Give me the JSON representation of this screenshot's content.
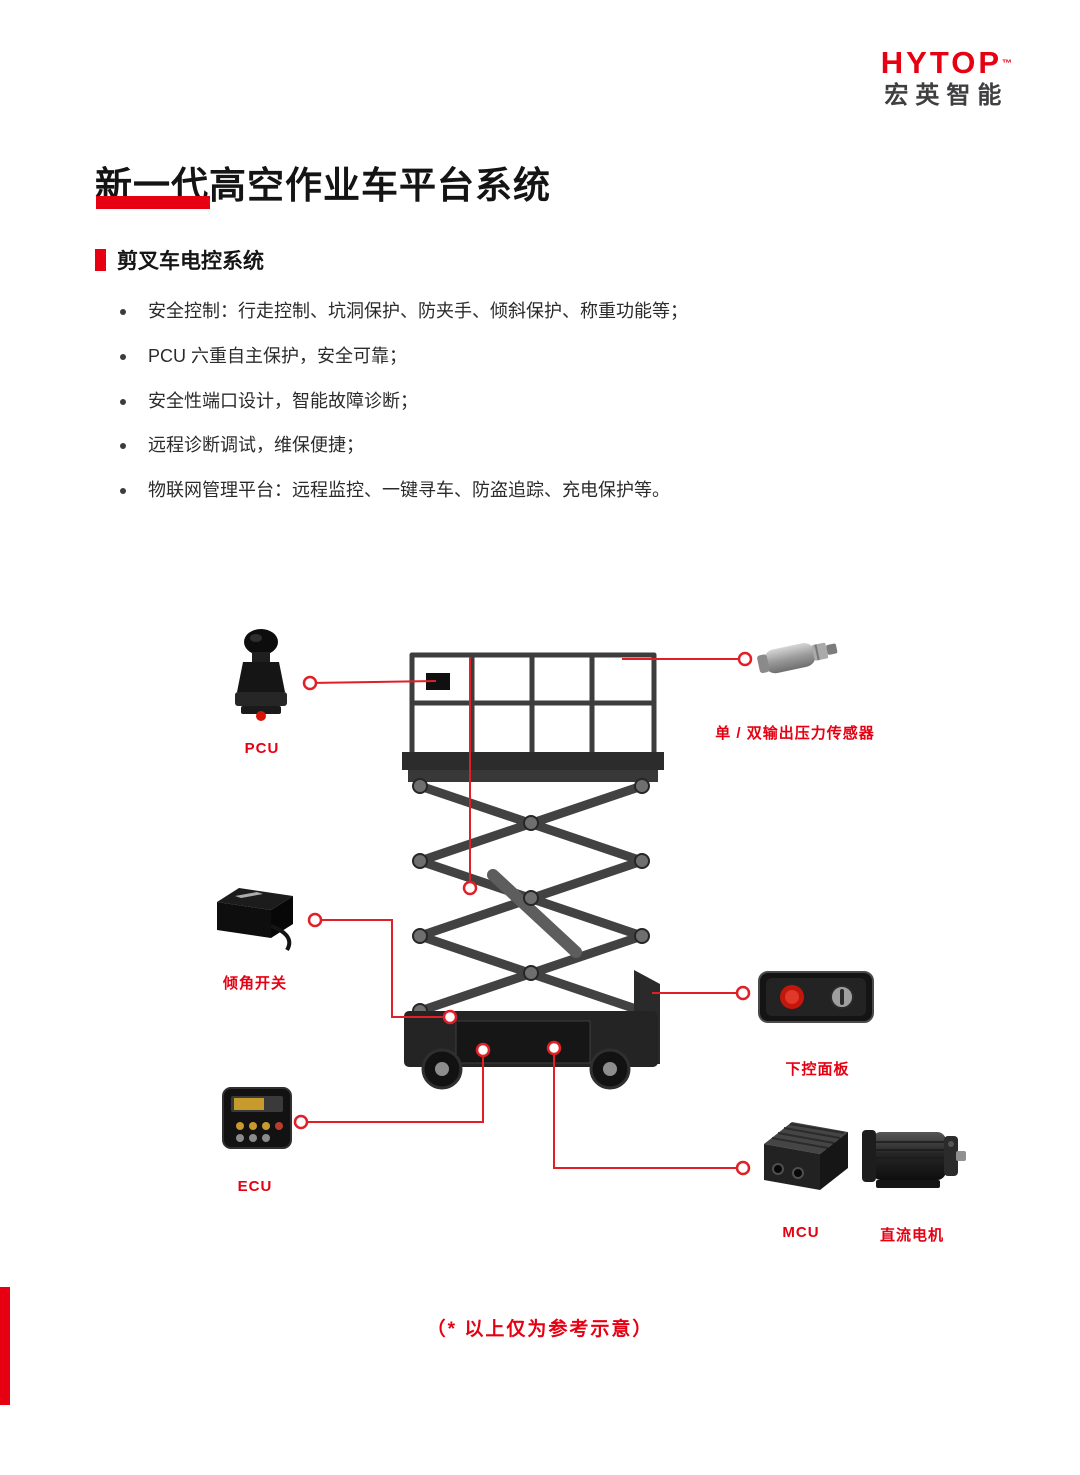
{
  "brand": {
    "logo": "HYTOP",
    "tm": "™",
    "company": "宏英智能"
  },
  "page": {
    "title": "新一代高空作业车平台系统",
    "section_title": "剪叉车电控系统",
    "bullets": [
      "安全控制：行走控制、坑洞保护、防夹手、倾斜保护、称重功能等；",
      "PCU 六重自主保护，安全可靠；",
      "安全性端口设计，智能故障诊断；",
      "远程诊断调试，维保便捷；",
      "物联网管理平台：远程监控、一键寻车、防盗追踪、充电保护等。"
    ],
    "footnote": "（* 以上仅为参考示意）"
  },
  "diagram": {
    "labels": {
      "pcu": "PCU",
      "pressure_sensor": "单 / 双输出压力传感器",
      "tilt_switch": "倾角开关",
      "lower_control_panel": "下控面板",
      "ecu": "ECU",
      "mcu": "MCU",
      "dc_motor": "直流电机"
    }
  },
  "colors": {
    "accent": "#e60012",
    "text": "#141414"
  }
}
